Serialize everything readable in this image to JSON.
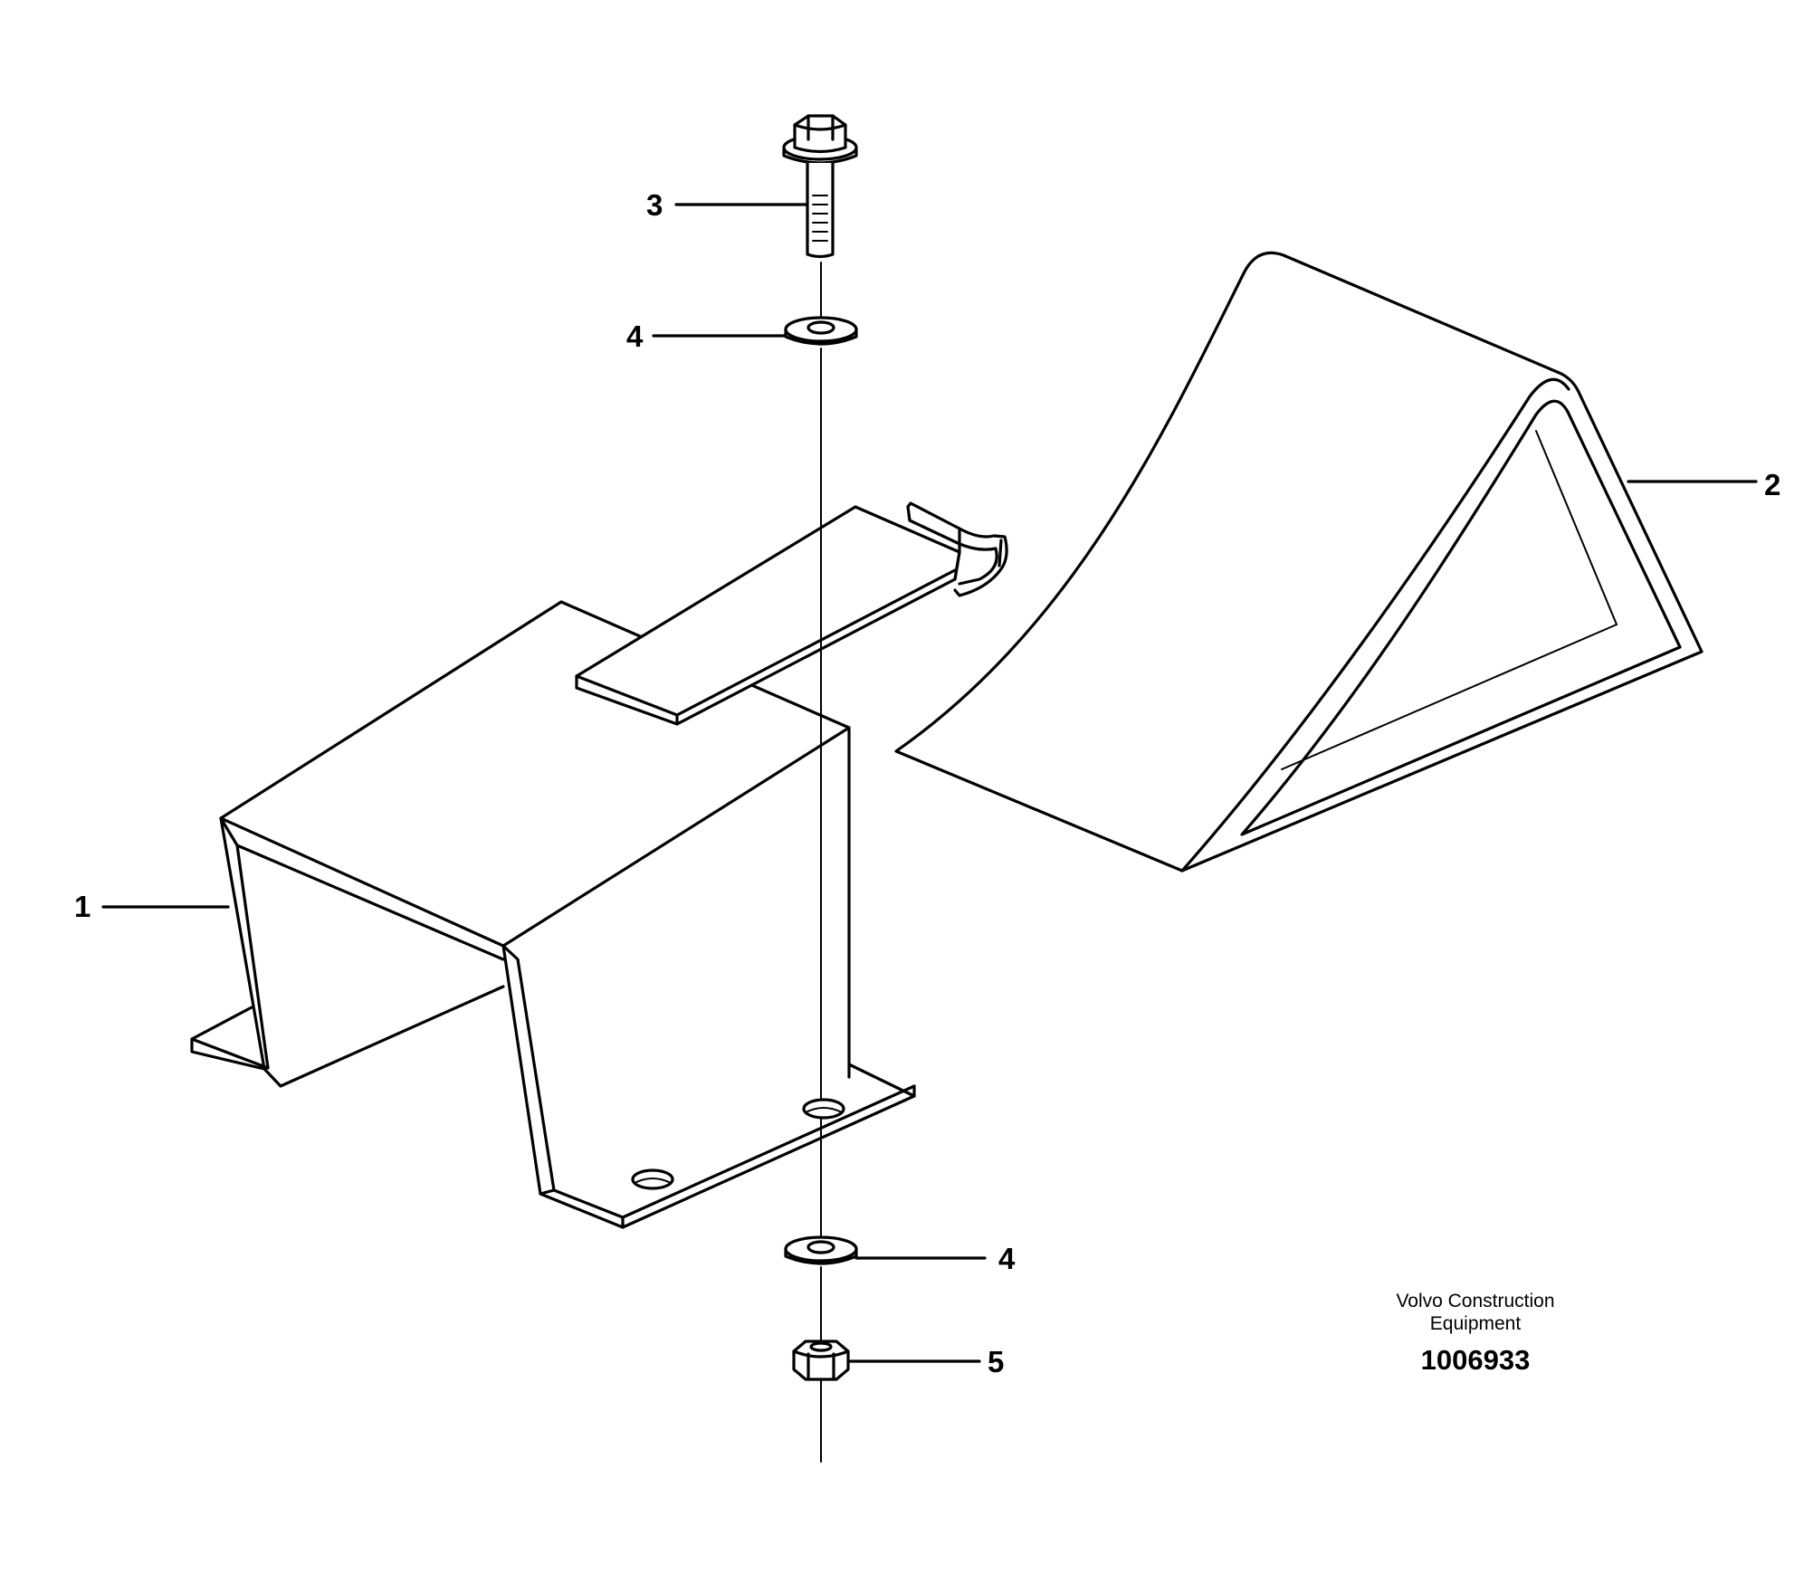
{
  "callouts": {
    "c1": "1",
    "c2": "2",
    "c3": "3",
    "c4_top": "4",
    "c4_bottom": "4",
    "c5": "5"
  },
  "footer": {
    "company_line1": "Volvo Construction",
    "company_line2": "Equipment",
    "drawing_number": "1006933"
  }
}
